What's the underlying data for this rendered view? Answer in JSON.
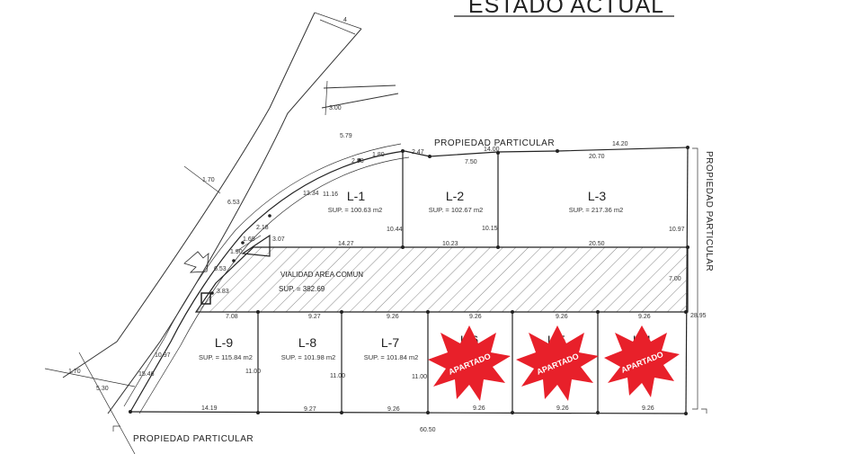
{
  "title": "ESTADO ACTUAL",
  "labels": {
    "propiedad_top": "PROPIEDAD PARTICULAR",
    "propiedad_right": "PROPIEDAD PARTICULAR",
    "propiedad_bottom": "PROPIEDAD PARTICULAR",
    "vialidad": "VIALIDAD AREA COMUN",
    "vialidad_sup": "SUP. = 382.69",
    "apartado": "APARTADO"
  },
  "lots_top": [
    {
      "id": "L-1",
      "sup": "SUP. = 100.63 m2"
    },
    {
      "id": "L-2",
      "sup": "SUP. = 102.67 m2"
    },
    {
      "id": "L-3",
      "sup": "SUP. = 217.36 m2"
    }
  ],
  "lots_bottom": [
    {
      "id": "L-9",
      "sup": "SUP. = 115.84 m2"
    },
    {
      "id": "L-8",
      "sup": "SUP. = 101.98 m2"
    },
    {
      "id": "L-7",
      "sup": "SUP. = 101.84 m2"
    }
  ],
  "apartado_lots": [
    {
      "id": "L-6"
    },
    {
      "id": "L-5"
    },
    {
      "id": "L-4"
    }
  ],
  "dims": {
    "d4": "4",
    "d300": "3.00",
    "d579": "5.79",
    "d170a": "1.70",
    "d653": "6.53",
    "d170b": "1.70",
    "d530": "5.30",
    "d1334": "13.34",
    "d1116": "11.16",
    "d1044": "10.44",
    "d1015": "10.15",
    "d1097": "10.97",
    "d2895": "28.95",
    "d750": "7.50",
    "d1400": "14.00",
    "d1420": "14.20",
    "d2070": "20.70",
    "d1427": "14.27",
    "d1023": "10.23",
    "d2050": "20.50",
    "d700": "7.00",
    "d708": "7.08",
    "d927a": "9.27",
    "d926a": "9.26",
    "d926b": "9.26",
    "d926c": "9.26",
    "d926d": "9.26",
    "d1419": "14.19",
    "d927b": "9.27",
    "d926e": "9.26",
    "d926f": "9.26",
    "d926g": "9.26",
    "d926h": "9.26",
    "d1100a": "11.00",
    "d1100b": "11.00",
    "d1100c": "11.00",
    "d6050": "60.50",
    "d307": "3.07",
    "d218": "2.18",
    "d169": "1.69",
    "d190": "1.90",
    "d247": "2.47",
    "d180": "1.80",
    "d283": "2.83",
    "d383": "3.83",
    "d653b": "6.53",
    "d1546": "15.46",
    "d1097b": "10.97"
  }
}
